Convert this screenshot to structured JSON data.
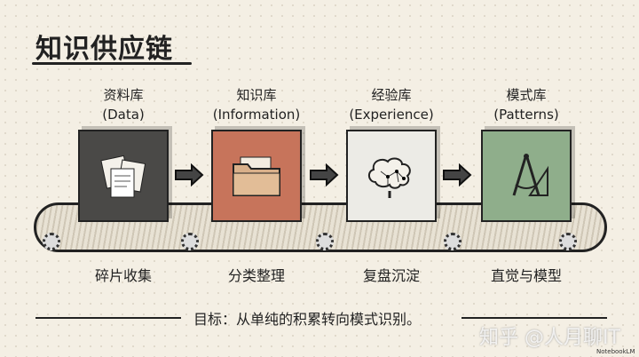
{
  "title": "知识供应链",
  "stages": [
    {
      "name": "资料库",
      "en": "(Data)",
      "caption": "碎片收集",
      "icon": "documents-icon",
      "color": "#4a4947"
    },
    {
      "name": "知识库",
      "en": "(Information)",
      "caption": "分类整理",
      "icon": "folder-icon",
      "color": "#c7745b"
    },
    {
      "name": "经验库",
      "en": "(Experience)",
      "caption": "复盘沉淀",
      "icon": "brain-icon",
      "color": "#ecebe6"
    },
    {
      "name": "模式库",
      "en": "(Patterns)",
      "caption": "直觉与模型",
      "icon": "compass-ruler-icon",
      "color": "#8fae8b"
    }
  ],
  "goal": "目标：从单纯的积累转向模式识别。",
  "watermark": "知乎 @人月聊IT",
  "badge": "NotebookLM"
}
